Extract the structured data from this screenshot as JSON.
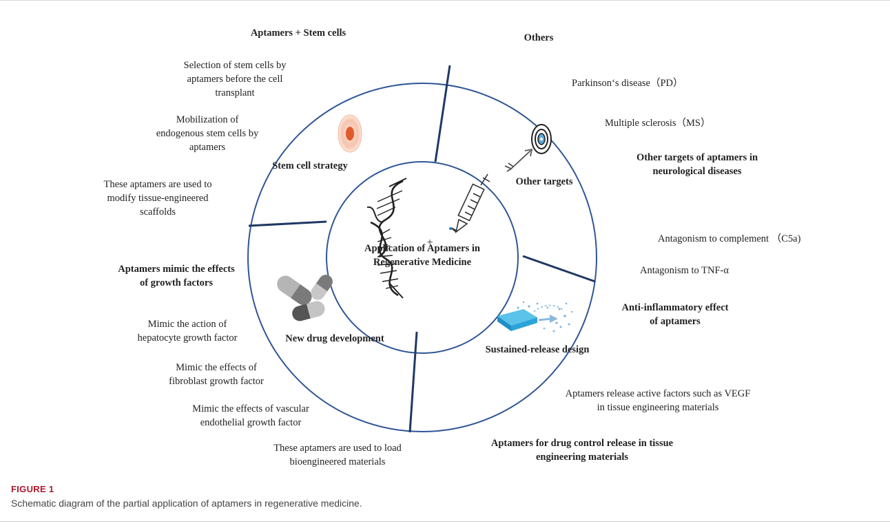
{
  "diagram": {
    "center_title": "Application of Aptamers in Regenerative Medicine",
    "center_plus": "+",
    "segments": {
      "stem_cell_strategy": "Stem cell strategy",
      "other_targets": "Other targets",
      "new_drug_development": "New drug development",
      "sustained_release_design": "Sustained-release design"
    },
    "groups": {
      "stem_cells": {
        "heading": "Aptamers + Stem cells",
        "items": [
          "Selection of stem cells by aptamers before the cell transplant",
          "Mobilization of endogenous stem cells by aptamers",
          "These aptamers are used to modify tissue-engineered scaffolds"
        ]
      },
      "others": {
        "heading": "Others",
        "items": [
          "Parkinson‘s disease（PD）",
          "Multiple sclerosis（MS）"
        ],
        "subheading": "Other targets of aptamers in neurological diseases"
      },
      "anti_inflammatory": {
        "items": [
          "Antagonism to complement （C5a)",
          "Antagonism to TNF-α"
        ],
        "heading": "Anti-inflammatory effect of aptamers"
      },
      "growth_factors": {
        "heading": "Aptamers mimic the effects of growth factors",
        "items": [
          "Mimic the action of hepatocyte growth factor",
          "Mimic the effects of fibroblast growth factor",
          "Mimic the effects of vascular endothelial growth factor",
          "These aptamers are used to load bioengineered materials"
        ]
      },
      "drug_release": {
        "items": [
          "Aptamers release active factors such as VEGF in tissue engineering materials"
        ],
        "heading": "Aptamers for drug control release in tissue engineering materials"
      }
    },
    "colors": {
      "ring": "#2f5597",
      "divider": "#1f3864",
      "text": "#222222"
    },
    "icons": [
      "dna-icon",
      "syringe-icon",
      "target-icon",
      "arrow-icon",
      "stem-cell-icon",
      "pills-icon",
      "material-release-icon"
    ]
  },
  "figure": {
    "label": "FIGURE 1",
    "caption": "Schematic diagram of the partial application of aptamers in regenerative medicine."
  }
}
